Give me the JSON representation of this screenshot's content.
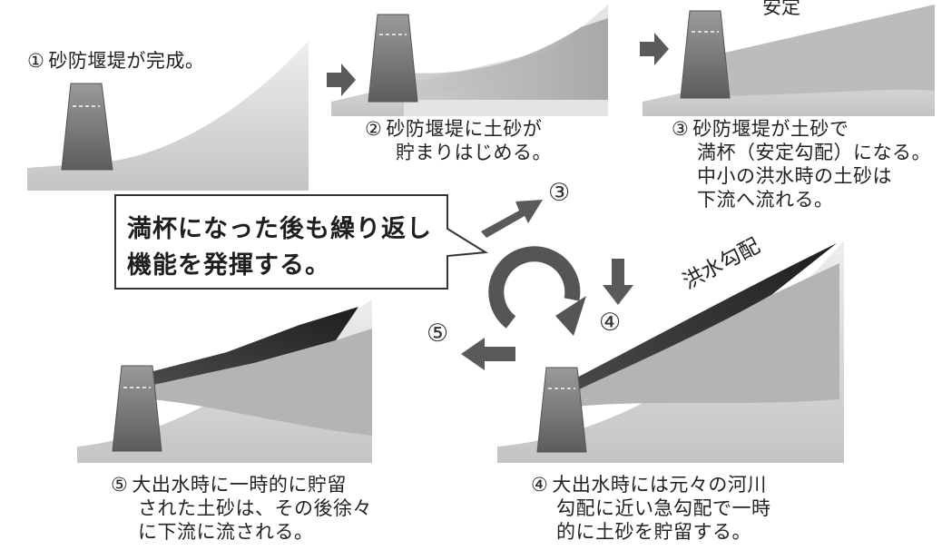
{
  "panels": {
    "p1": {
      "num": "①",
      "text": "砂防堰堤が完成。"
    },
    "p2": {
      "num": "②",
      "line1": "砂防堰堤に土砂が",
      "line2": "貯まりはじめる。"
    },
    "p3": {
      "num": "③",
      "label": "安定",
      "line1": "砂防堰堤が土砂で",
      "line2": "満杯（安定勾配）になる。",
      "line3": "中小の洪水時の土砂は",
      "line4": "下流へ流れる。"
    },
    "p4": {
      "num": "④",
      "label": "洪水勾配",
      "line1": "大出水時には元々の河川",
      "line2": "勾配に近い急勾配で一時",
      "line3": "的に土砂を貯留する。"
    },
    "p5": {
      "num": "⑤",
      "line1": "大出水時に一時的に貯留",
      "line2": "された土砂は、その後徐々",
      "line3": "に下流に流される。"
    }
  },
  "bubble": {
    "line1": "満杯になった後も繰り返し",
    "line2": "機能を発揮する。"
  },
  "cycle": {
    "to3": "③",
    "to4": "④",
    "to5": "⑤"
  },
  "colors": {
    "slope": "#d0d0d0",
    "dam": "#6f6f6f",
    "sediment": "#b8b8b8",
    "flood_sediment": "#3c3c3c",
    "arrow": "#5a5a5a"
  }
}
